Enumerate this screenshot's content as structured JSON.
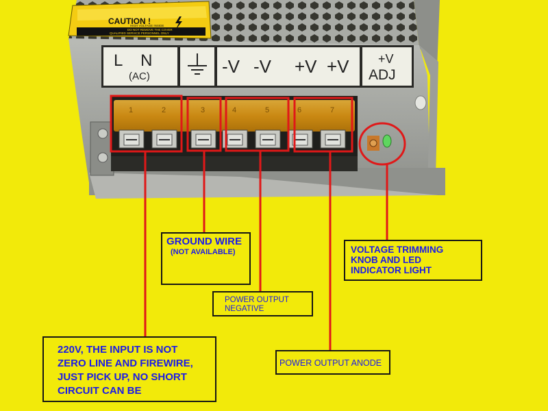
{
  "photo": {
    "caution_heading": "CAUTION !",
    "caution_lines": [
      "HIGH VOLTAGE INSIDE",
      "DO NOT REMOVE THE COVER",
      "QUALIFIED SERVICE PERSONNEL ONLY"
    ],
    "terminal_labels": {
      "ln": "L    N",
      "ac": "(AC)",
      "neg1": "-V",
      "neg2": "-V",
      "pos1": "+V",
      "pos2": "+V",
      "adj_top": "+V",
      "adj_bottom": "ADJ"
    },
    "terminal_numbers": [
      "1",
      "2",
      "3",
      "4",
      "5",
      "6",
      "7"
    ]
  },
  "annotations": {
    "ground": {
      "title": "GROUND WIRE",
      "subtitle": "(NOT AVAILABLE)"
    },
    "negative": {
      "line1": "POWER OUTPUT",
      "line2": "NEGATIVE"
    },
    "voltage": {
      "line1": "VOLTAGE TRIMMING",
      "line2": "KNOB AND LED",
      "line3": "INDICATOR LIGHT"
    },
    "input": {
      "line1": "220V, THE INPUT IS NOT",
      "line2": "ZERO LINE AND FIREWIRE,",
      "line3": "JUST PICK UP, NO SHORT",
      "line4": "CIRCUIT CAN BE"
    },
    "anode": {
      "text": "POWER OUTPUT ANODE"
    }
  },
  "colors": {
    "background": "#f2ea0a",
    "highlight": "#e01818",
    "annotation_text": "#1a1ae8",
    "annotation_border": "#151515"
  }
}
